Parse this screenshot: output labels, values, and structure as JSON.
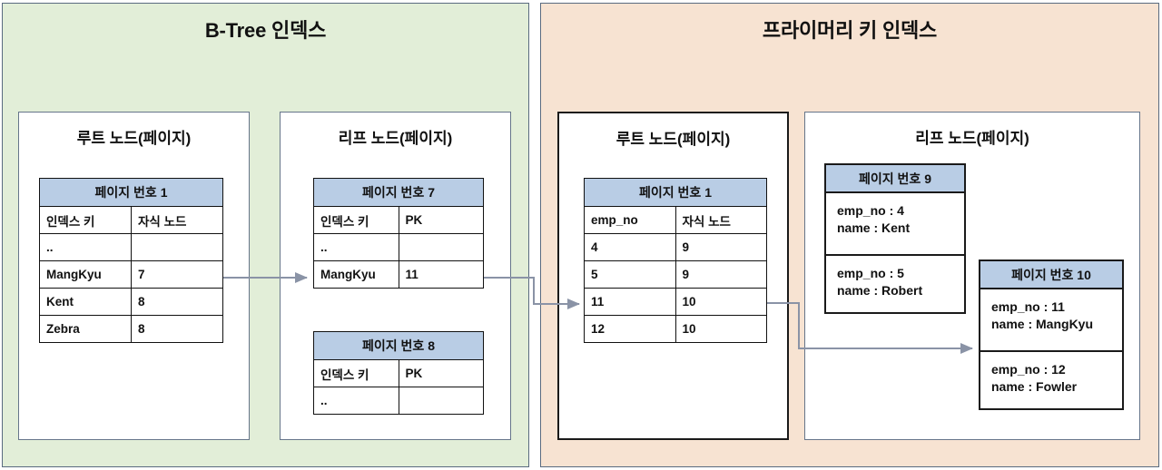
{
  "panels": {
    "btree": {
      "title": "B-Tree 인덱스",
      "bg": "#e2eed8"
    },
    "pk": {
      "title": "프라이머리 키 인덱스",
      "bg": "#f7e3d2"
    }
  },
  "btree": {
    "root_box_title": "루트 노드(페이지)",
    "leaf_box_title": "리프 노드(페이지)",
    "root_table": {
      "page_header": "페이지 번호 1",
      "columns": [
        "인덱스 키",
        "자식 노드"
      ],
      "rows": [
        [
          "..",
          ""
        ],
        [
          "MangKyu",
          "7"
        ],
        [
          "Kent",
          "8"
        ],
        [
          "Zebra",
          "8"
        ]
      ]
    },
    "leaf_table_7": {
      "page_header": "페이지 번호 7",
      "columns": [
        "인덱스 키",
        "PK"
      ],
      "rows": [
        [
          "..",
          ""
        ],
        [
          "MangKyu",
          "11"
        ]
      ]
    },
    "leaf_table_8": {
      "page_header": "페이지 번호 8",
      "columns": [
        "인덱스 키",
        "PK"
      ],
      "rows": [
        [
          "..",
          ""
        ]
      ]
    }
  },
  "pk": {
    "root_box_title": "루트 노드(페이지)",
    "leaf_box_title": "리프 노드(페이지)",
    "root_table": {
      "page_header": "페이지 번호 1",
      "columns": [
        "emp_no",
        "자식 노드"
      ],
      "rows": [
        [
          "4",
          "9"
        ],
        [
          "5",
          "9"
        ],
        [
          "11",
          "10"
        ],
        [
          "12",
          "10"
        ]
      ]
    },
    "leaf_page_9": {
      "page_header": "페이지 번호 9",
      "records": [
        {
          "emp_no": "emp_no : 4",
          "name": "name : Kent"
        },
        {
          "emp_no": "emp_no : 5",
          "name": "name : Robert"
        }
      ]
    },
    "leaf_page_10": {
      "page_header": "페이지 번호 10",
      "records": [
        {
          "emp_no": "emp_no : 11",
          "name": "name : MangKyu"
        },
        {
          "emp_no": "emp_no : 12",
          "name": "name : Fowler"
        }
      ]
    }
  },
  "colors": {
    "table_header_blue": "#b9cde5",
    "btree_panel_green": "#e2eed8",
    "pk_panel_peach": "#f7e3d2",
    "connector_gray": "#8a93a6",
    "border_dark": "#1a1a1a"
  }
}
